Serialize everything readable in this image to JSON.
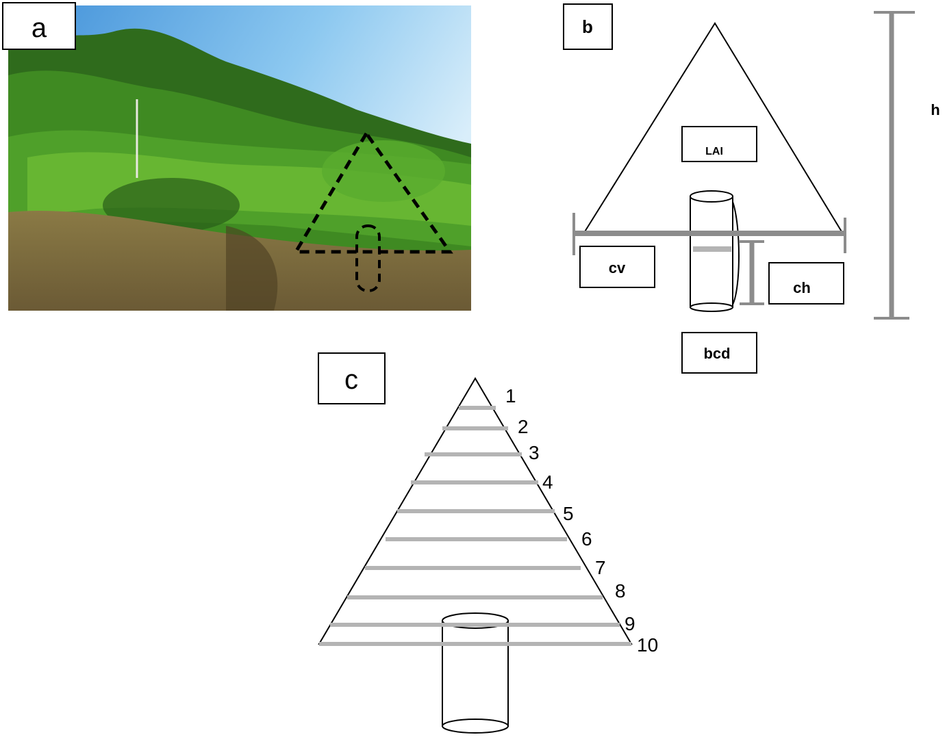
{
  "panels": {
    "a": {
      "label": "a"
    },
    "b": {
      "label": "b",
      "lai": "LAI",
      "cv": "cv",
      "ch": "ch",
      "bcd": "bcd",
      "h": "h"
    },
    "c": {
      "label": "c",
      "layers": [
        "1",
        "2",
        "3",
        "4",
        "5",
        "6",
        "7",
        "8",
        "9",
        "10"
      ]
    }
  },
  "colors": {
    "measure_bar": "#8c8c8c",
    "layer_line": "#b4b4b4",
    "outline": "#000000"
  }
}
